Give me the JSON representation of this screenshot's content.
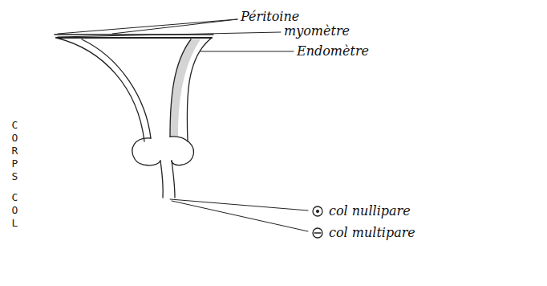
{
  "diagram": {
    "labels": [
      "CORPS",
      "COL",
      "Péritoine",
      "myomètre",
      "Endomètre",
      "col nullipare",
      "col multipare"
    ]
  }
}
